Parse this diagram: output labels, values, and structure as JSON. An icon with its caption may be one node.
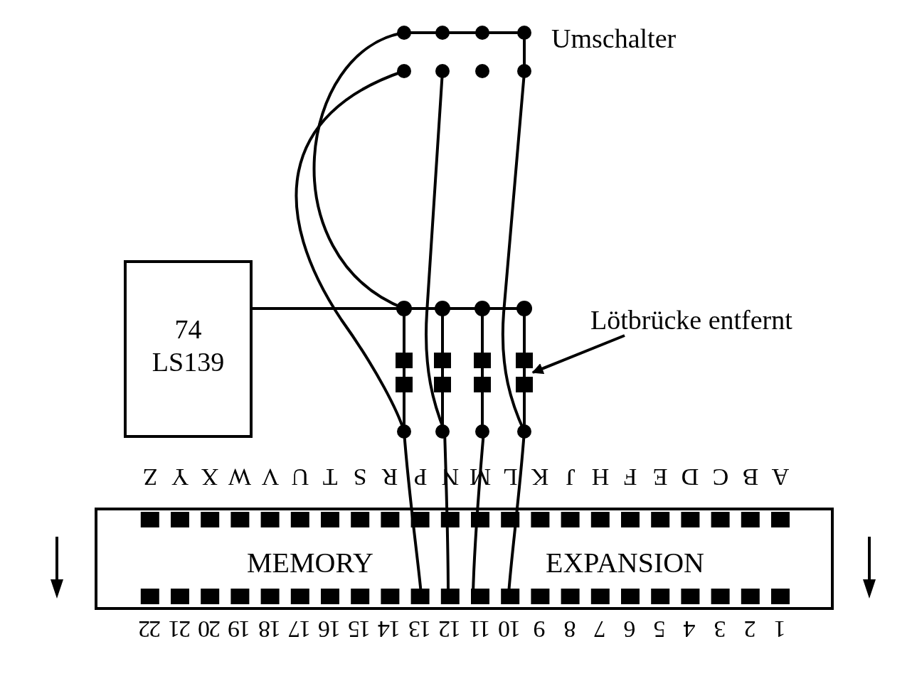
{
  "diagram": {
    "nodes": [
      {
        "text": [
          "74 LS139"
        ]
      },
      {
        "text": [
          "MEMORY",
          "EXPANSION"
        ]
      },
      {
        "text": [
          "Lötbrücke entfernt"
        ]
      },
      {
        "text": [],
        "shape": "box"
      }
    ],
    "edges": [
      {
        "from": 2,
        "to": 3,
        "arrow": "to"
      }
    ],
    "labels": [
      "Umschalter",
      "A",
      "B",
      "C",
      "D",
      "E",
      "F",
      "H",
      "J",
      "K",
      "L",
      "M",
      "N",
      "P",
      "R",
      "S",
      "T",
      "U",
      "V",
      "W",
      "X",
      "Y",
      "Z",
      "1",
      "2",
      "3",
      "4",
      "5",
      "6",
      "7",
      "8",
      "9",
      "10",
      "11",
      "12",
      "13",
      "14",
      "15",
      "16",
      "17",
      "18",
      "19",
      "20",
      "21",
      "22"
    ]
  }
}
